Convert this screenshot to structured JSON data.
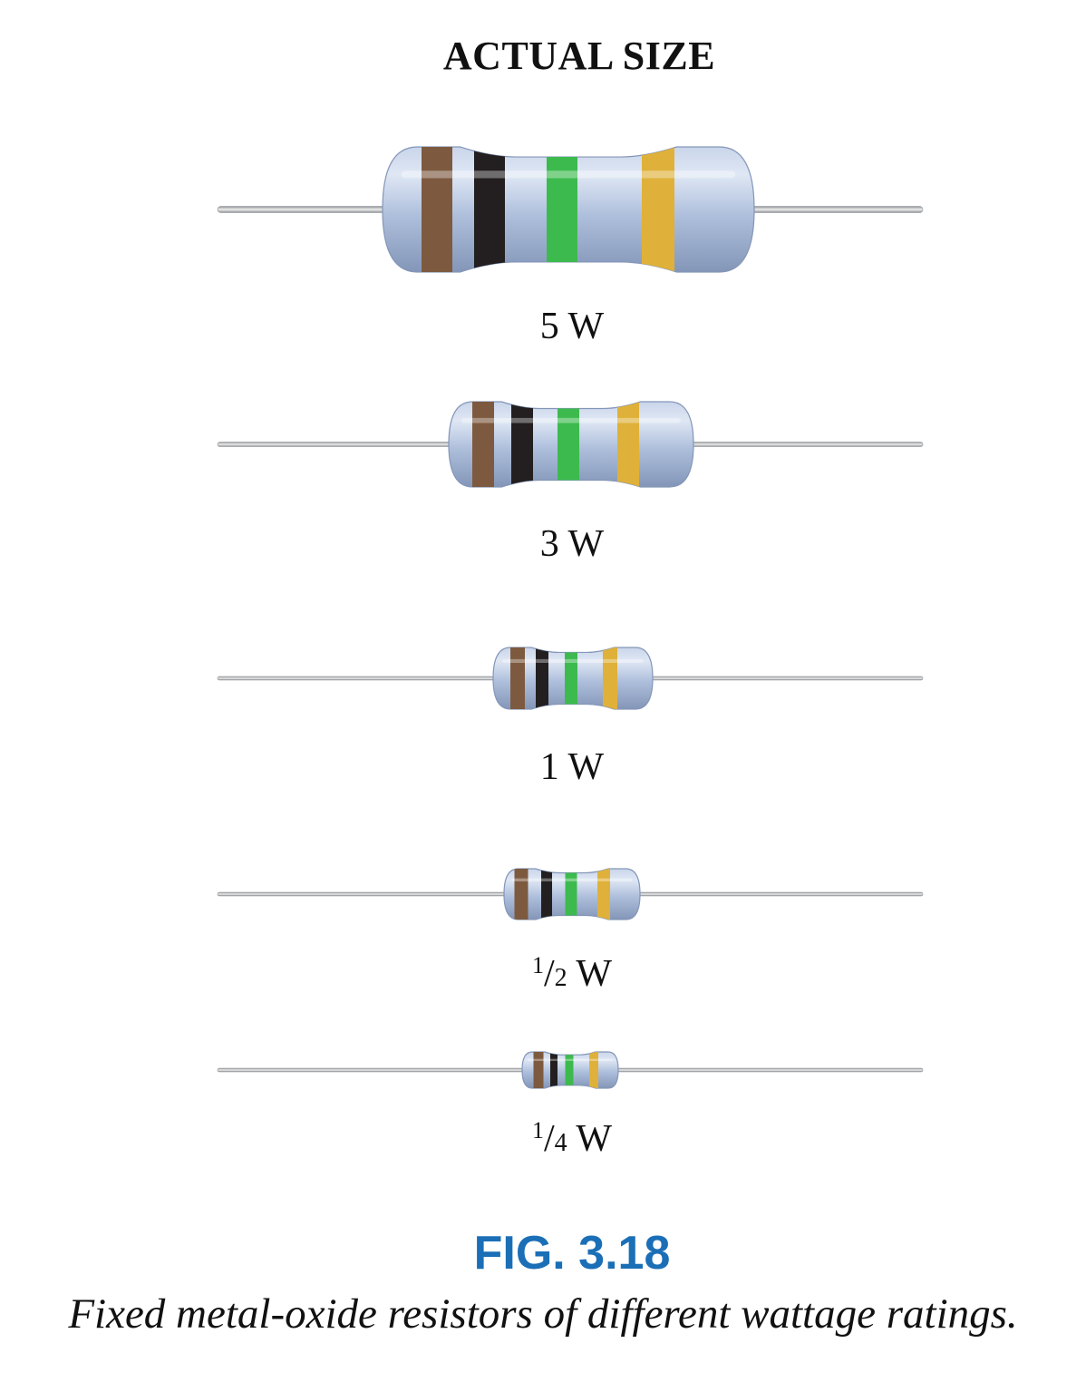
{
  "figure": {
    "header": "ACTUAL SIZE",
    "fig_number": "FIG. 3.18",
    "caption": "Fixed metal-oxide resistors of different wattage ratings."
  },
  "colors": {
    "body": "#aebfdc",
    "body_highlight": "#dfe7f4",
    "body_shadow": "#8496b8",
    "lead": "#b9bcc0",
    "lead_highlight": "#eeeeee",
    "band_brown": "#7d5a3f",
    "band_black": "#231f20",
    "band_green": "#3dba4e",
    "band_gold": "#dfb13a",
    "fig_number": "#1a6fb7"
  },
  "resistors": [
    {
      "rating_text": "5 W",
      "bands": [
        "brown",
        "black",
        "green",
        "gold"
      ]
    },
    {
      "rating_text": "3 W",
      "bands": [
        "brown",
        "black",
        "green",
        "gold"
      ]
    },
    {
      "rating_text": "1 W",
      "bands": [
        "brown",
        "black",
        "green",
        "gold"
      ]
    },
    {
      "rating_num": "1",
      "rating_den": "2",
      "rating_unit": "W",
      "bands": [
        "brown",
        "black",
        "green",
        "gold"
      ]
    },
    {
      "rating_num": "1",
      "rating_den": "4",
      "rating_unit": "W",
      "bands": [
        "brown",
        "black",
        "green",
        "gold"
      ]
    }
  ]
}
